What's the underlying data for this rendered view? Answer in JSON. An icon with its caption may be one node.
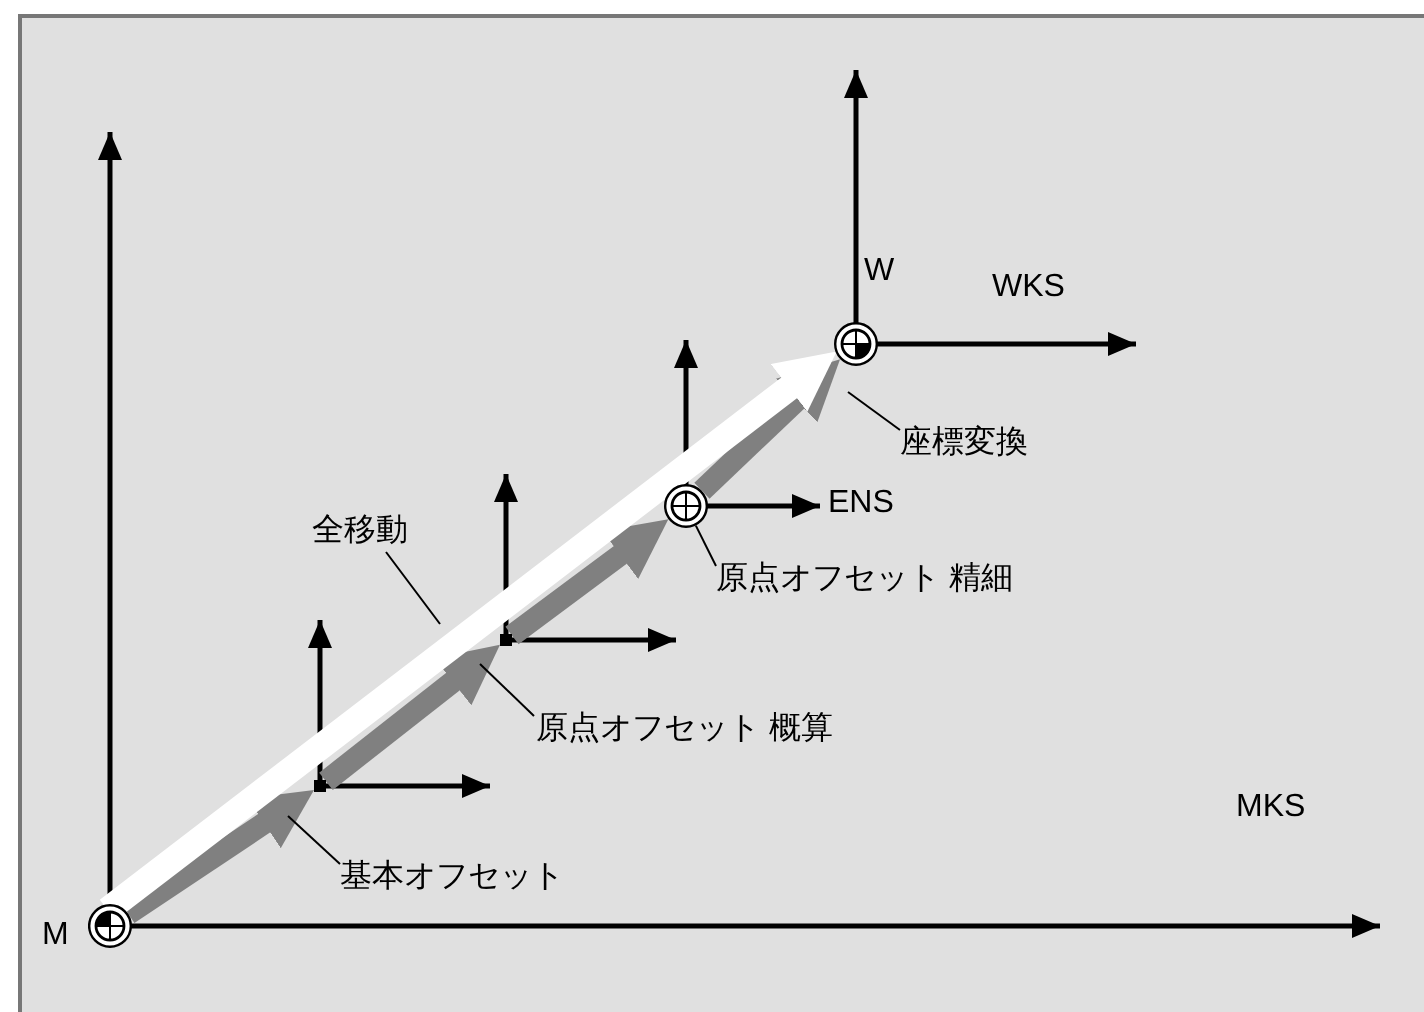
{
  "diagram": {
    "nodes": [
      {
        "text": [],
        "shape": "circle",
        "beside": [
          "M"
        ]
      },
      {
        "text": [],
        "shape": "point"
      },
      {
        "text": [],
        "shape": "point"
      },
      {
        "text": [],
        "shape": "circle"
      },
      {
        "text": [],
        "shape": "circle",
        "beside": [
          "W"
        ]
      },
      {
        "text": [
          "基本オフセット"
        ]
      },
      {
        "text": [
          "原点オフセット 概算"
        ]
      },
      {
        "text": [
          "全移動"
        ]
      },
      {
        "text": [
          "原点オフセット 精細"
        ]
      },
      {
        "text": [
          "座標変換"
        ]
      }
    ],
    "edges": [
      {
        "from": 0,
        "to": 1,
        "arrow": "to",
        "style": "thick",
        "color": "#808080"
      },
      {
        "from": 1,
        "to": 2,
        "arrow": "to",
        "style": "thick",
        "color": "#808080"
      },
      {
        "from": 2,
        "to": 3,
        "arrow": "to",
        "style": "thick",
        "color": "#808080"
      },
      {
        "from": 3,
        "to": 4,
        "arrow": "to",
        "style": "thick",
        "color": "#808080"
      },
      {
        "from": 0,
        "to": 4,
        "arrow": "to",
        "style": "thick",
        "color": "#ffffff"
      },
      {
        "from": 5,
        "to": null,
        "arrow": "none"
      },
      {
        "from": 6,
        "to": null,
        "arrow": "none"
      },
      {
        "from": 7,
        "to": null,
        "arrow": "none"
      },
      {
        "from": 8,
        "to": 3,
        "arrow": "none"
      },
      {
        "from": 9,
        "to": null,
        "arrow": "none"
      }
    ],
    "labels": [
      "WKS",
      "ENS",
      "MKS"
    ]
  }
}
